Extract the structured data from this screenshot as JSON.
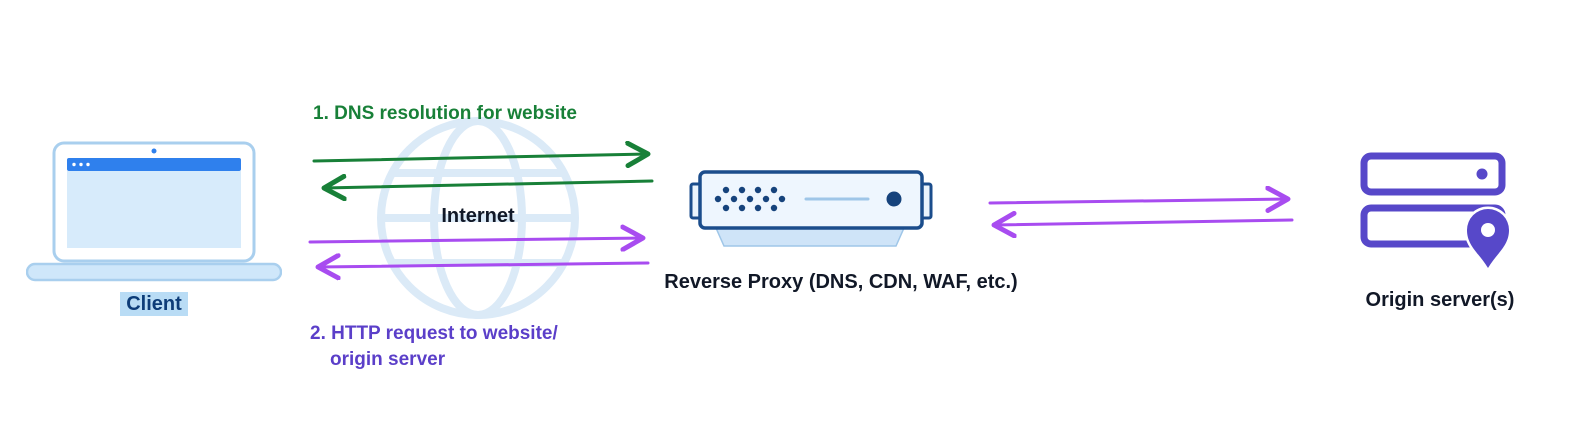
{
  "diagram": {
    "background": "#ffffff",
    "nodes": {
      "client": {
        "label": "Client",
        "icon": "laptop-icon"
      },
      "internet": {
        "label": "Internet",
        "icon": "globe-icon"
      },
      "reverse_proxy": {
        "label": "Reverse Proxy (DNS, CDN, WAF, etc.)",
        "icon": "proxy-appliance-icon"
      },
      "origin": {
        "label": "Origin server(s)",
        "icon": "server-stack-icon",
        "badge_icon": "location-pin-icon"
      }
    },
    "flows": {
      "dns": {
        "label": "1. DNS resolution for website",
        "color": "#188038",
        "from": "Client",
        "to": "Reverse Proxy (DNS, CDN, WAF, etc.)",
        "direction": "bidirectional"
      },
      "http": {
        "label_line1": "2. HTTP request to website/",
        "label_line2": "origin server",
        "arrow_color": "#a84cf0",
        "text_color": "#5b3fc9",
        "from": "Client",
        "to": "Reverse Proxy (DNS, CDN, WAF, etc.)",
        "direction": "bidirectional"
      },
      "proxy_origin": {
        "arrow_color": "#a84cf0",
        "from": "Reverse Proxy (DNS, CDN, WAF, etc.)",
        "to": "Origin server(s)",
        "direction": "bidirectional"
      }
    },
    "colors": {
      "green_arrow": "#188038",
      "purple_arrow": "#a84cf0",
      "indigo": "#5748c9",
      "proxy_outline": "#1b4d8c",
      "laptop_blue": "#2f80ed",
      "light_blue_fill": "#d7ebfb",
      "globe_watermark": "#dbeaf7",
      "client_text": "#0d3c78",
      "client_highlight": "#b9dcf5",
      "label_black": "#111827"
    }
  }
}
